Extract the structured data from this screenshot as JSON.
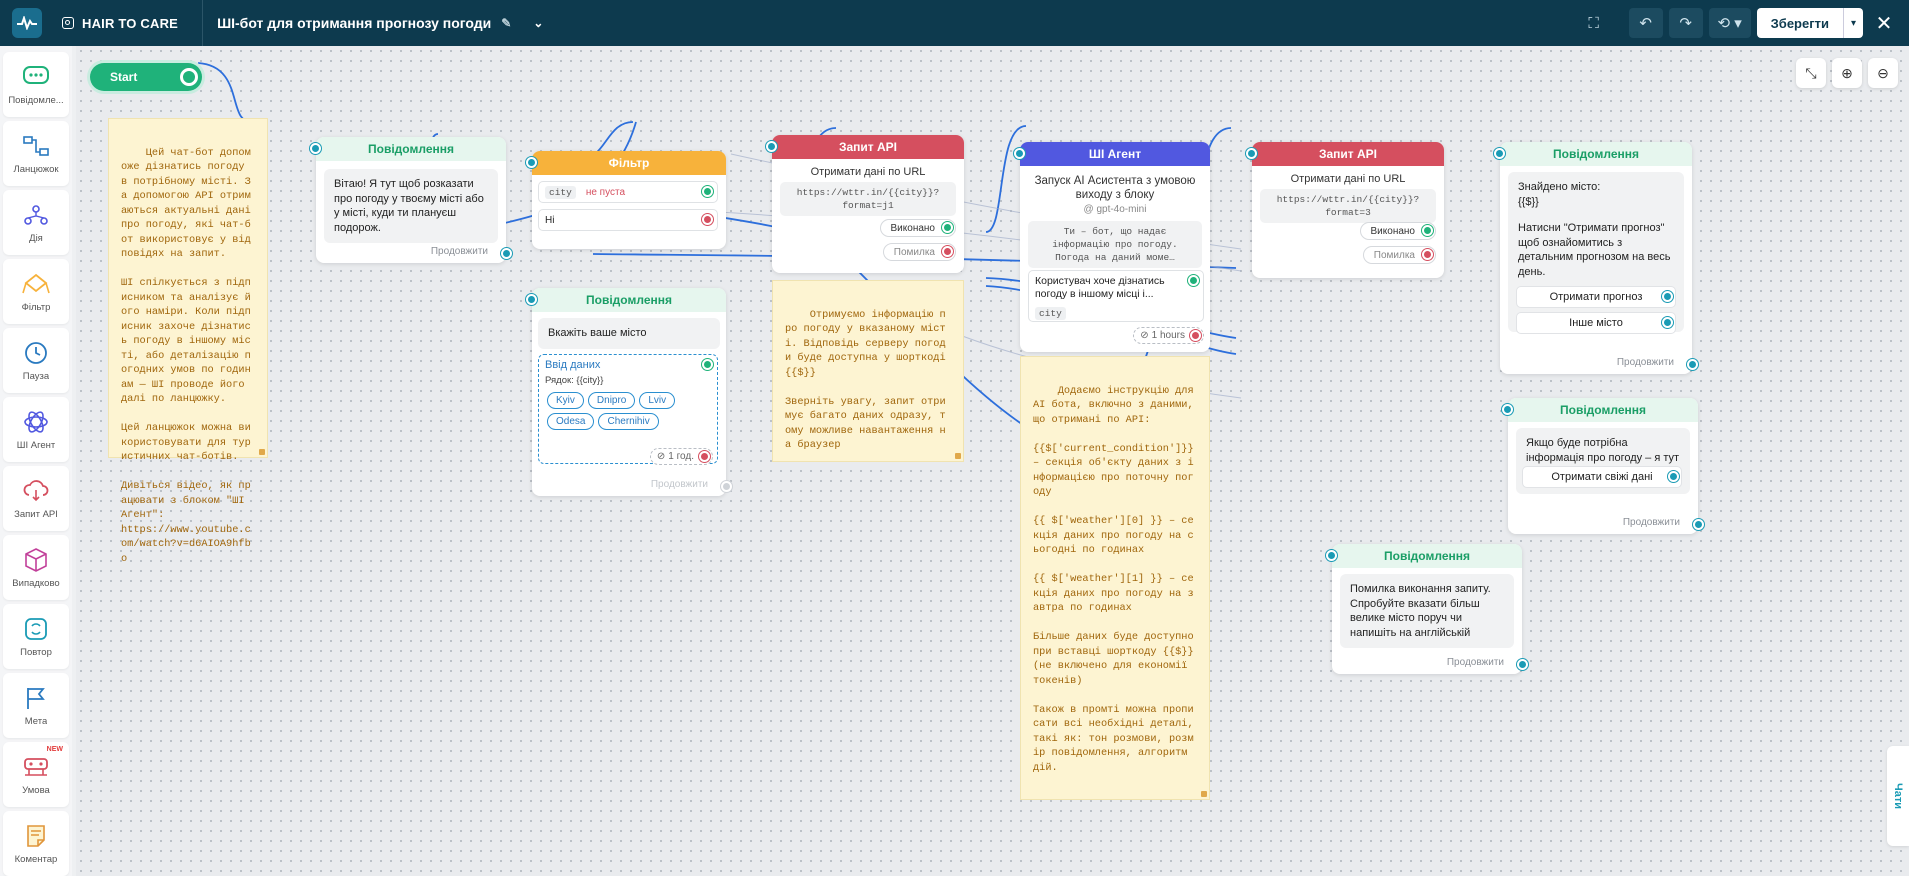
{
  "topbar": {
    "brand": "HAIR TO CARE",
    "flow_title": "ШІ-бот для отримання прогнозу погоди",
    "save_label": "Зберегти"
  },
  "sidebar": {
    "items": [
      {
        "label": "Повідомле...",
        "icon": "message-icon"
      },
      {
        "label": "Ланцюжок",
        "icon": "chain-icon"
      },
      {
        "label": "Дія",
        "icon": "action-icon"
      },
      {
        "label": "Фільтр",
        "icon": "filter-icon"
      },
      {
        "label": "Пауза",
        "icon": "clock-icon"
      },
      {
        "label": "ШІ Агент",
        "icon": "ai-icon"
      },
      {
        "label": "Запит API",
        "icon": "cloud-api-icon"
      },
      {
        "label": "Випадково",
        "icon": "cube-icon"
      },
      {
        "label": "Повтор",
        "icon": "repeat-icon"
      },
      {
        "label": "Мета",
        "icon": "flag-icon"
      },
      {
        "label": "Умова",
        "icon": "condition-icon",
        "badge": "NEW"
      },
      {
        "label": "Коментар",
        "icon": "comment-icon"
      }
    ]
  },
  "canvas": {
    "start_label": "Start",
    "chat_tab": "Чати",
    "note1": "Цей чат-бот допоможе дізнатись погоду в потрібному місті. За допомогою API отримаються актуальні дані про погоду, які чат-бот використовує у відповідях на запит.\n\nШІ спілкується з підписником та аналізує його наміри. Коли підписник захоче дізнатись погоду в іншому місті, або деталізацію погодних умов по годинам — ШІ проводе його далі по ланцюжку.\n\nЦей ланцюжок можна використовувати для туристичних чат-ботів.\n\nДивіться відео, як працювати з блоком \"ШІ Агент\":\nhttps://www.youtube.com/watch?v=d6AIOA9hfbo",
    "note2": "Отримуємо інформацію про погоду у вказаному місті. Відповідь серверу погоди буде доступна у шорткоді {{$}}\n\nЗверніть увагу, запит отримує багато даних одразу, тому можливе навантаження на браузер",
    "note3": "Додаємо інструкцію для АІ бота, включно з даними, що отримані по API:\n\n{{$['current_condition']}} – секція об'єкту даних з інформацією про поточну погоду\n\n{{ $['weather'][0] }} – секція даних про погоду на сьогодні по годинах\n\n{{ $['weather'][1] }} – секція даних про погоду на завтра по годинах\n\nБільше даних буде доступно при вставці шорткоду {{$}} (не включено для економії токенів)\n\nТакож в промті можна прописати всі необхідні деталі, такі як: тон розмови, розмір повідомлення, алгоритм дій.",
    "msg1": {
      "title": "Повідомлення",
      "text": "Вітаю! Я тут щоб розказати про погоду у твоєму місті або у місті, куди ти плануєш подорож.",
      "footer": "Продовжити"
    },
    "filter": {
      "title": "Фільтр",
      "cond_field": "city",
      "cond_op": "не пуста",
      "else": "Ні"
    },
    "msg2": {
      "title": "Повідомлення",
      "text": "Вкажіть ваше місто",
      "input_title": "Ввід даних",
      "input_line": "Рядок: {{city}}",
      "chips": [
        "Kyiv",
        "Dnipro",
        "Lviv",
        "Odesa",
        "Chernihiv"
      ],
      "timer": "1 год.",
      "footer": "Продовжити"
    },
    "api1": {
      "title": "Запит API",
      "subtitle": "Отримати дані по URL",
      "url": "https://wttr.in/{{city}}?format=j1",
      "ok": "Виконано",
      "err": "Помилка"
    },
    "ai": {
      "title": "ШІ Агент",
      "subtitle": "Запуск AI Асистента з умовою виходу з блоку",
      "model": "@ gpt-4o-mini",
      "prompt": "Ти – бот, що надає інформацію про погоду. Погода на даний моме…",
      "exit_text": "Користувач хоче дізнатись погоду в іншому місці і...",
      "exit_var": "city",
      "timer": "1 hours"
    },
    "api2": {
      "title": "Запит API",
      "subtitle": "Отримати дані по URL",
      "url": "https://wttr.in/{{city}}?format=3",
      "ok": "Виконано",
      "err": "Помилка"
    },
    "msg3": {
      "title": "Повідомлення",
      "line1": "Знайдено місто:",
      "line2": "{{$}}",
      "text": "Натисни \"Отримати прогноз\" щоб ознайомитись з детальним прогнозом на весь день.",
      "btn1": "Отримати прогноз",
      "btn2": "Інше місто",
      "footer": "Продовжити"
    },
    "msg4": {
      "title": "Повідомлення",
      "text": "Якщо буде потрібна інформація про погоду – я тут",
      "btn1": "Отримати свіжі дані",
      "footer": "Продовжити"
    },
    "msg5": {
      "title": "Повідомлення",
      "text": "Помилка виконання запиту. Спробуйте вказати більш велике місто поруч чи напишіть на англійській",
      "footer": "Продовжити"
    }
  },
  "colors": {
    "topbar": "#0d3a4e",
    "accent": "#1a9bb5",
    "success": "#1fb27a",
    "error": "#d54f5f",
    "filter": "#f7b23b",
    "ai": "#5158e0"
  }
}
